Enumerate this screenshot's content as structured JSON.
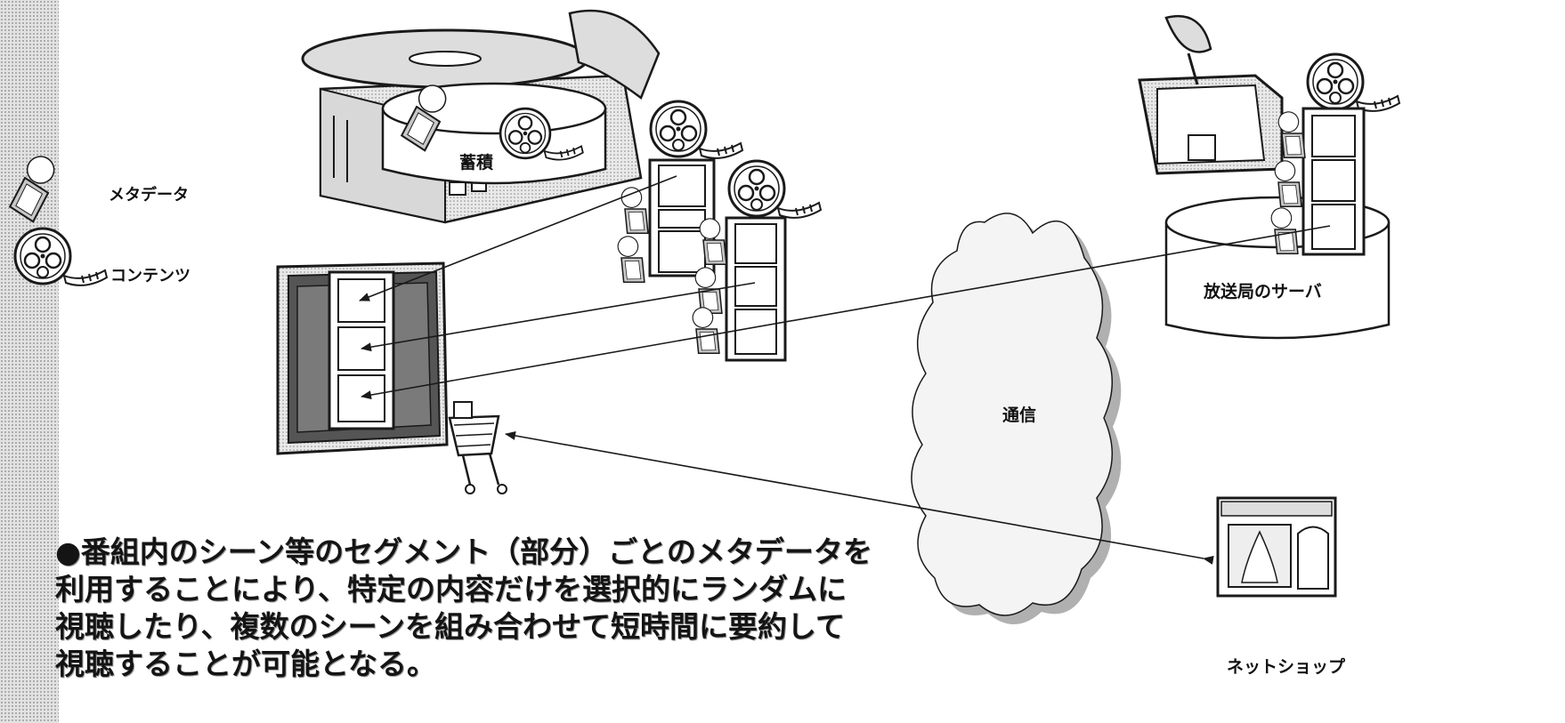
{
  "legend": {
    "metadata_label": "メタデータ",
    "content_label": "コンテンツ"
  },
  "nodes": {
    "storage_label": "蓄積",
    "communication_label": "通信",
    "broadcast_server_label": "放送局のサーバ",
    "net_shop_label": "ネットショップ"
  },
  "caption": {
    "lines": [
      "●番組内のシーン等のセグメント（部分）ごとのメタデータを",
      "利用することにより、特定の内容だけを選択的にランダムに",
      "視聴したり、複数のシーンを組み合わせて短時間に要約して",
      "視聴することが可能となる。"
    ]
  },
  "colors": {
    "line": "#1a1a1a",
    "shade": "#b8b8b8",
    "cloud_fill": "#f4f4f4"
  }
}
